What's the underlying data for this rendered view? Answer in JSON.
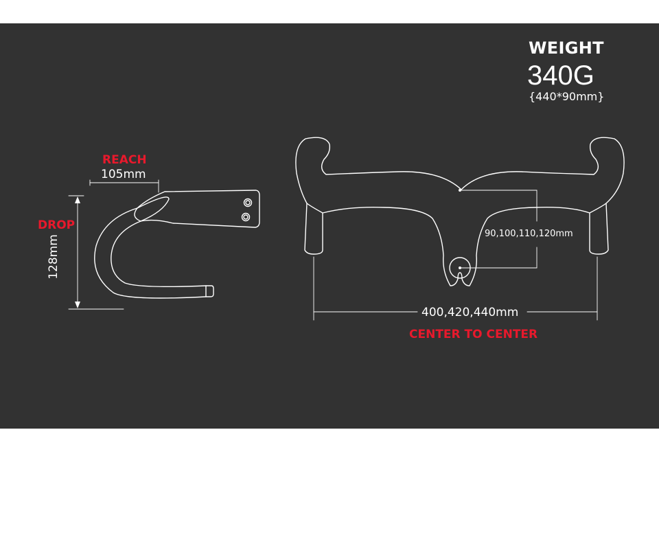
{
  "weight": {
    "title": "WEIGHT",
    "value": "340G",
    "note": "{440*90mm}"
  },
  "side_view": {
    "reach_title": "REACH",
    "reach_value": "105mm",
    "drop_title": "DROP",
    "drop_value": "128mm"
  },
  "front_view": {
    "stem_length": "90,100,110,120mm",
    "width_value": "400,420,440mm",
    "width_title": "CENTER TO CENTER"
  },
  "colors": {
    "panel": "#323232",
    "accent": "#e8192c",
    "line": "#ffffff"
  }
}
